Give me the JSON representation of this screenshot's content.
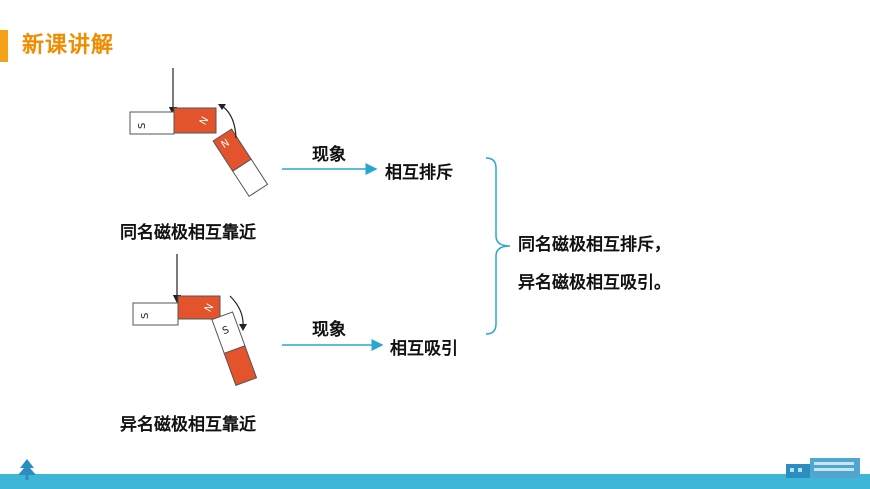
{
  "header": {
    "title": "新课讲解"
  },
  "diagram": {
    "top_caption": "同名磁极相互靠近",
    "bottom_caption": "异名磁极相互靠近",
    "top_phenomenon_label": "现象",
    "bottom_phenomenon_label": "现象",
    "top_result": "相互排斥",
    "bottom_result": "相互吸引",
    "conclusion_line1": "同名磁极相互排斥，",
    "conclusion_line2": "异名磁极相互吸引。",
    "top_magnet": {
      "left_pole": "S",
      "right_pole": "N",
      "hanging_pole": "N"
    },
    "bottom_magnet": {
      "left_pole": "S",
      "right_pole": "N",
      "hanging_pole": "S"
    },
    "colors": {
      "accent": "#f08c00",
      "north": "#e3532c",
      "arrow": "#2aa7cf",
      "footer": "#3db6d8"
    }
  }
}
